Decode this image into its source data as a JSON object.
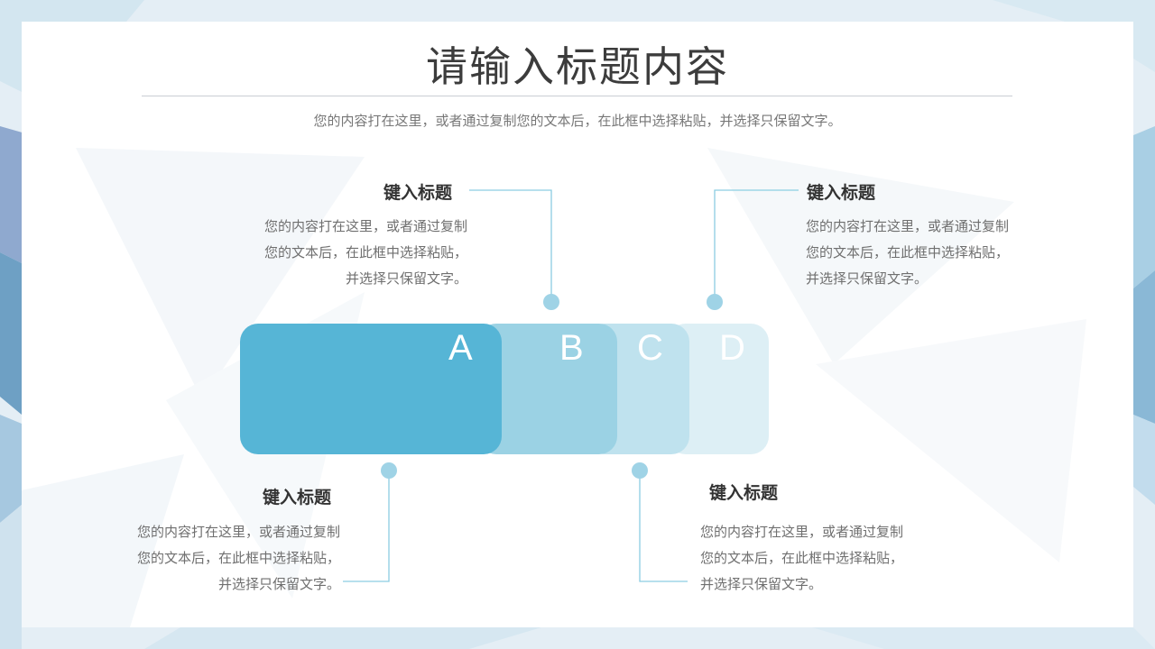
{
  "title": "请输入标题内容",
  "subtitle": "您的内容打在这里，或者通过复制您的文本后，在此框中选择粘贴，并选择只保留文字。",
  "colors": {
    "seg_a": "#56b5d6",
    "seg_b": "#9bd2e4",
    "seg_c": "#bfe2ee",
    "seg_d": "#ddeff5",
    "connector": "#8ccde2",
    "dot": "#9fd3e6"
  },
  "segments": [
    {
      "label": "A"
    },
    {
      "label": "B"
    },
    {
      "label": "C"
    },
    {
      "label": "D"
    }
  ],
  "callouts": [
    {
      "heading": "键入标题",
      "lines": [
        "您的内容打在这里，或者通过复制",
        "您的文本后，在此框中选择粘贴，",
        "并选择只保留文字。"
      ]
    },
    {
      "heading": "键入标题",
      "lines": [
        "您的内容打在这里，或者通过复制",
        "您的文本后，在此框中选择粘贴，",
        "并选择只保留文字。"
      ]
    },
    {
      "heading": "键入标题",
      "lines": [
        "您的内容打在这里，或者通过复制",
        "您的文本后，在此框中选择粘贴，",
        "并选择只保留文字。"
      ]
    },
    {
      "heading": "键入标题",
      "lines": [
        "您的内容打在这里，或者通过复制",
        "您的文本后，在此框中选择粘贴，",
        "并选择只保留文字。"
      ]
    }
  ]
}
